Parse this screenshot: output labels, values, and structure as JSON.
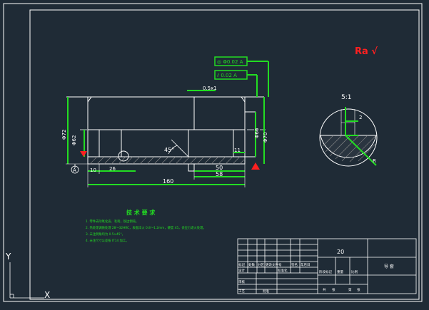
{
  "colors": {
    "background": "#1f2b36",
    "outline": "#ffffff",
    "dimension": "#22dd22",
    "red_marker": "#ff2020",
    "hatch": "#8a8a8a"
  },
  "drawing": {
    "dims": {
      "chamfer": "0.5x1",
      "angle": "45°",
      "len_10": "10",
      "len_26": "26",
      "len_50": "50",
      "len_58": "58",
      "len_160": "160",
      "dia_72": "Φ72",
      "dia_62": "Φ62",
      "dia_66": "Φ66",
      "dia_70": "Φ70",
      "small_11": "11"
    },
    "datum": "A",
    "tolerance_frame_1": "◎ Φ0.02 A",
    "tolerance_frame_2": "⫽ 0.02 A",
    "roughness_mark": "Ra √",
    "detail_scale": "5:1",
    "detail_dim_1": "2",
    "detail_dim_2": "R"
  },
  "notes": {
    "title": "技 术 要 求",
    "lines": [
      "1. 零件去除氧化皮、毛刺，锐边倒钝。",
      "2. 热处理调质处理 28～32HRC，表面淬火 0.8～1.2mm，硬度 45，去应力退火处理。",
      "3. 未注倒角均为 0.5×45°。",
      "4. 未注尺寸公差按 IT14 加工。"
    ]
  },
  "title_block": {
    "part_no": "20",
    "part_name": "导 套",
    "header_cells": [
      "标记",
      "处数",
      "分区",
      "更改文件号",
      "签名",
      "年月日"
    ],
    "row_design": [
      "设计",
      "标准化"
    ],
    "row_stage": [
      "阶段标记",
      "重量",
      "比例"
    ],
    "row_review": "审核",
    "row_process": [
      "工艺",
      "批准"
    ],
    "row_sheets": [
      "共",
      "张",
      "第",
      "张"
    ]
  },
  "ucs": {
    "y_label": "Y",
    "x_label": "X"
  }
}
